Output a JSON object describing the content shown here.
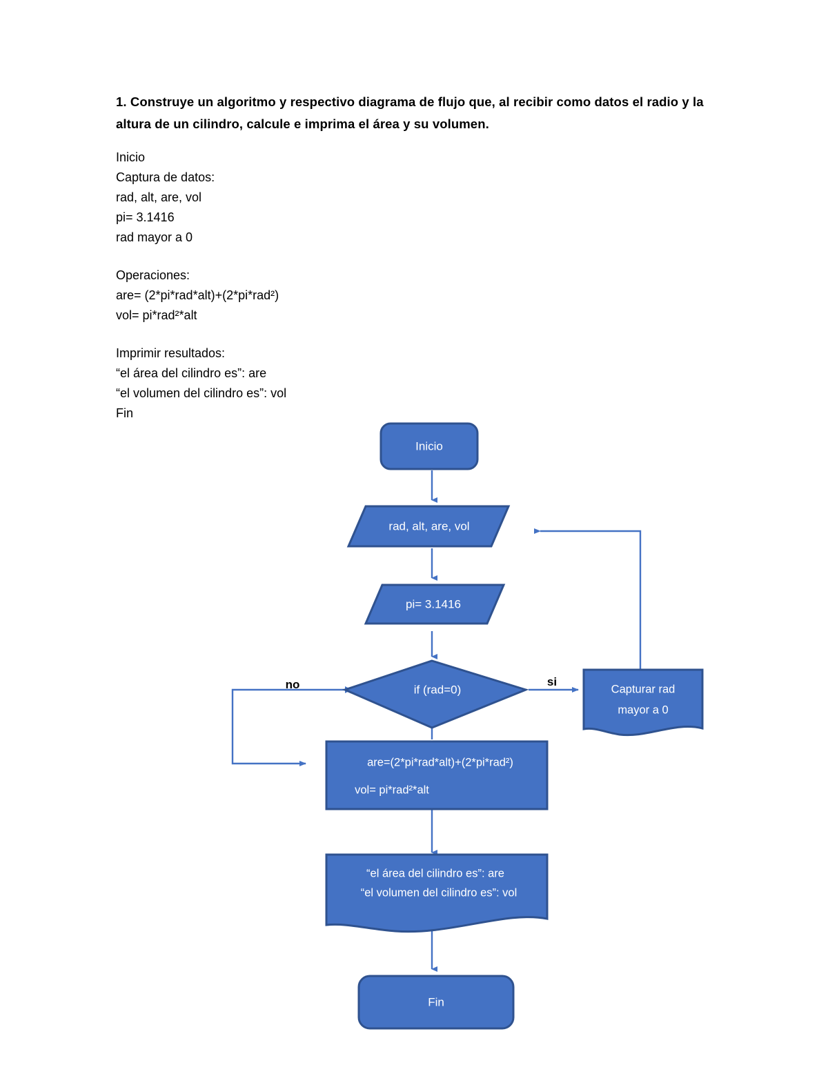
{
  "document": {
    "heading": "1. Construye un algoritmo y respectivo diagrama de flujo que, al recibir como datos el radio y la altura de un cilindro, calcule e imprima el área y su volumen.",
    "block1": "Inicio\nCaptura de datos:\nrad, alt, are, vol\npi= 3.1416\nrad mayor a 0",
    "block2": "Operaciones:\nare= (2*pi*rad*alt)+(2*pi*rad²)\nvol= pi*rad²*alt",
    "block3": "Imprimir resultados:\n“el área del cilindro es”: are\n“el volumen del cilindro es”: vol\nFin"
  },
  "flowchart": {
    "colors": {
      "shape_fill": "#4472C4",
      "shape_stroke": "#2F528F",
      "connector": "#4472C4",
      "label_text": "#FFFFFF",
      "branch_text": "#000000"
    },
    "nodes": {
      "start": {
        "label": "Inicio",
        "shape": "terminator"
      },
      "input": {
        "label": "rad, alt, are, vol",
        "shape": "parallelogram"
      },
      "constant": {
        "label": "pi= 3.1416",
        "shape": "parallelogram"
      },
      "decision": {
        "label": "if (rad=0)",
        "shape": "diamond"
      },
      "capture": {
        "line1": "Capturar rad",
        "line2": "mayor a 0",
        "shape": "document"
      },
      "process": {
        "line1": "are=(2*pi*rad*alt)+(2*pi*rad²)",
        "line2": "vol= pi*rad²*alt",
        "shape": "rectangle"
      },
      "output": {
        "line1": "“el área del cilindro es”: are",
        "line2": "“el volumen del cilindro es”: vol",
        "shape": "document"
      },
      "end": {
        "label": "Fin",
        "shape": "terminator"
      }
    },
    "branches": {
      "no": "no",
      "si": "si"
    }
  }
}
